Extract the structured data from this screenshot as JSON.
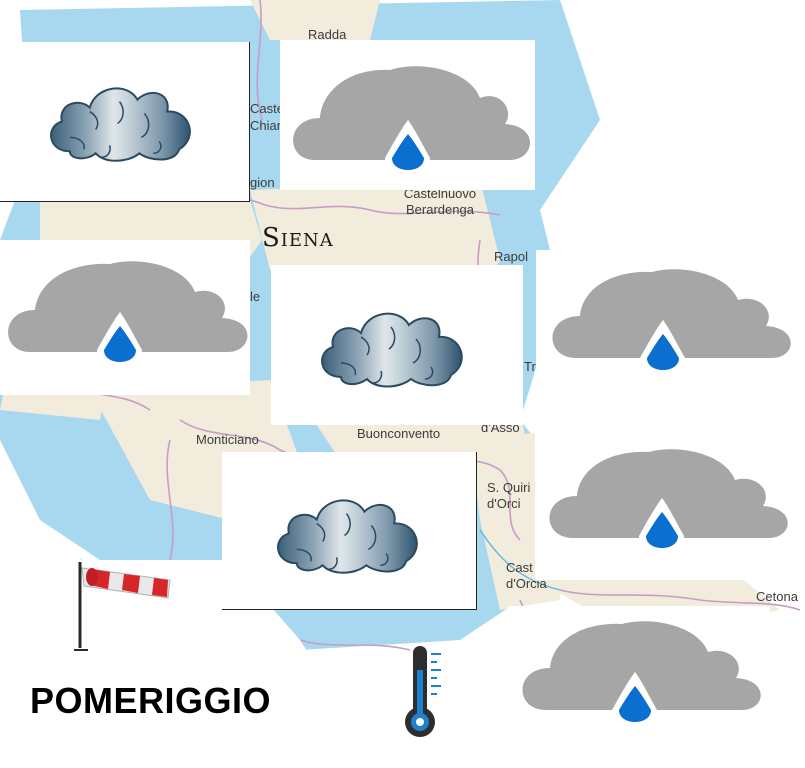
{
  "map": {
    "colors": {
      "land": "#f2ecdc",
      "water": "#a8d8f0",
      "border": "#c89cc7",
      "river": "#5bb8e6"
    },
    "places": [
      {
        "id": "radda",
        "name": "Radda"
      },
      {
        "id": "castellina",
        "name": "Castelli Chian"
      },
      {
        "id": "poggibonsi-frag",
        "name": "gion"
      },
      {
        "id": "castelnuovo",
        "name": "Castelnuovo Berardenga"
      },
      {
        "id": "siena",
        "name": "Siena"
      },
      {
        "id": "rapolano",
        "name": "Rapol"
      },
      {
        "id": "sovicille-frag",
        "name": "le"
      },
      {
        "id": "trequanda-frag",
        "name": "Tr"
      },
      {
        "id": "monticiano",
        "name": "Monticiano"
      },
      {
        "id": "buonconvento",
        "name": "Buonconvento"
      },
      {
        "id": "asciano-frag",
        "name": "d'Asso"
      },
      {
        "id": "sanquirico",
        "name": "S. Quiri d'Orci"
      },
      {
        "id": "castiglione",
        "name": "Cast d'Orcia"
      },
      {
        "id": "cetona",
        "name": "Cetona"
      }
    ]
  },
  "forecast": {
    "period_label": "POMERIGGIO",
    "icons": [
      {
        "id": "nw",
        "condition": "cloudy",
        "icon": "cloud-icon"
      },
      {
        "id": "n",
        "condition": "rain",
        "icon": "rain-cloud-icon"
      },
      {
        "id": "w",
        "condition": "rain",
        "icon": "rain-cloud-icon"
      },
      {
        "id": "center",
        "condition": "cloudy",
        "icon": "cloud-icon"
      },
      {
        "id": "e",
        "condition": "rain",
        "icon": "rain-cloud-icon"
      },
      {
        "id": "s",
        "condition": "cloudy",
        "icon": "cloud-icon"
      },
      {
        "id": "se",
        "condition": "rain",
        "icon": "rain-cloud-icon"
      },
      {
        "id": "sse",
        "condition": "rain",
        "icon": "rain-cloud-icon"
      }
    ],
    "legend": {
      "wind_icon": "windsock-icon",
      "temperature_icon": "thermometer-icon"
    }
  }
}
